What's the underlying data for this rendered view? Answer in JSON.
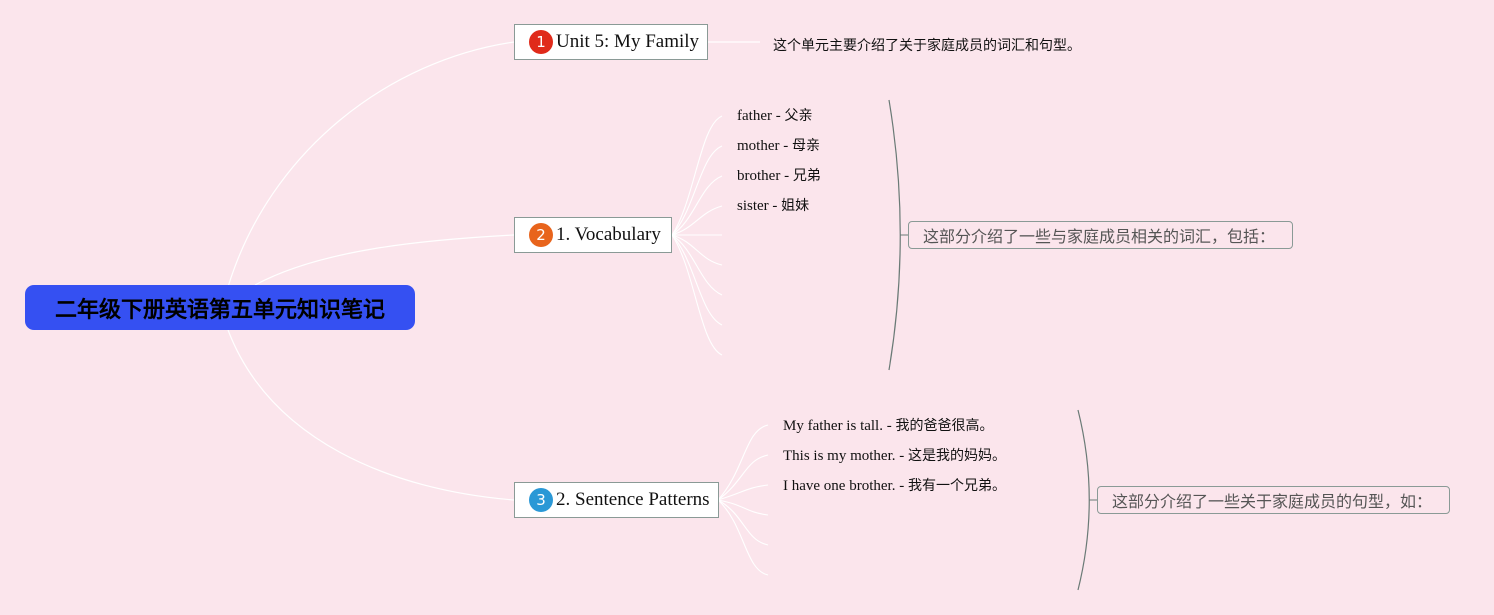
{
  "root": {
    "title": "二年级下册英语第五单元知识笔记"
  },
  "topics": [
    {
      "marker": "1",
      "label": "Unit 5: My Family",
      "color": "#e02a1a",
      "note": "这个单元主要介绍了关于家庭成员的词汇和句型。"
    },
    {
      "marker": "2",
      "label": "1. Vocabulary",
      "color": "#e8641c",
      "items": [
        {
          "en": "father - ",
          "zh": "父亲"
        },
        {
          "en": "mother - ",
          "zh": "母亲"
        },
        {
          "en": "brother - ",
          "zh": "兄弟"
        },
        {
          "en": "sister - ",
          "zh": "姐妹"
        }
      ],
      "summary": "这部分介绍了一些与家庭成员相关的词汇，包括："
    },
    {
      "marker": "3",
      "label": "2. Sentence Patterns",
      "color": "#2a98d6",
      "items": [
        {
          "en": "My father is tall. - ",
          "zh": "我的爸爸很高。"
        },
        {
          "en": "This is my mother. - ",
          "zh": "这是我的妈妈。"
        },
        {
          "en": "I have one brother. - ",
          "zh": "我有一个兄弟。"
        }
      ],
      "summary": "这部分介绍了一些关于家庭成员的句型，如："
    }
  ],
  "colors": {
    "background": "#fbe5ec",
    "root_fill": "#3550f2",
    "branch_line": "#ffffff",
    "bracket_line": "#6a7a76",
    "node_border": "#8a9a96"
  }
}
